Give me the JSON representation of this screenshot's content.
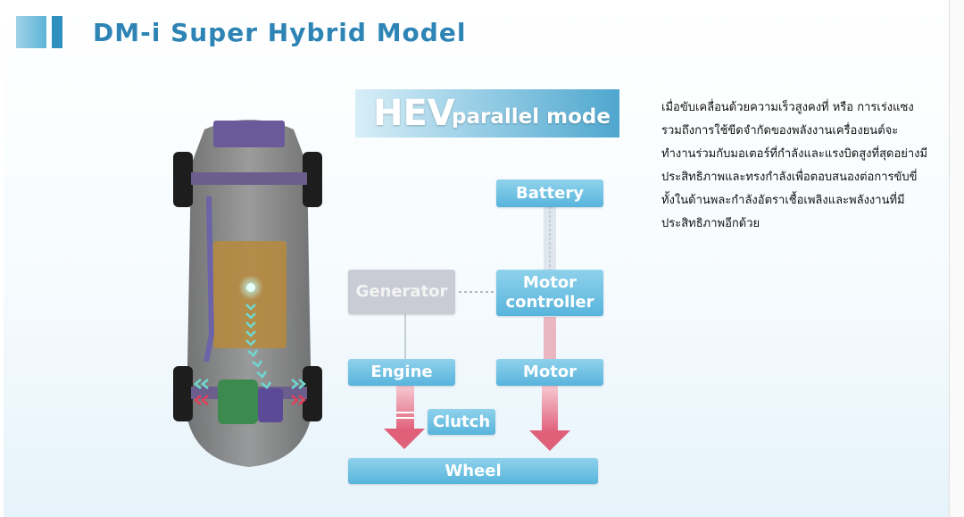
{
  "page": {
    "title": "DM-i Super Hybrid Model"
  },
  "banner": {
    "mode_big": "HEV",
    "mode_small": "parallel mode"
  },
  "description": "เมื่อขับเคลื่อนด้วยความเร็วสูงคงที่ หรือ การเร่งแซง รวมถึงการใช้ขีดจำกัดของพลังงานเครื่องยนต์จะทำงานร่วมกับมอเตอร์ที่กำลังและแรงบิดสูงที่สุดอย่างมีประสิทธิภาพและทรงกำลังเพื่อตอบสนองต่อการขับขี่ทั้งในด้านพละกำลังอัตราเชื้อเพลิงและพลังงานที่มีประสิทธิภาพอีกด้วย",
  "nodes": {
    "battery": "Battery",
    "generator": "Generator",
    "motor_controller": "Motor controller",
    "engine": "Engine",
    "motor": "Motor",
    "clutch": "Clutch",
    "wheel": "Wheel"
  },
  "node_states": {
    "generator": "inactive"
  },
  "colors": {
    "title": "#2d84b5",
    "node_active": "#5bb6dd",
    "node_inactive": "#c9ccd4",
    "power_flow_arrow": "#e0607a",
    "car_flow_arrows": "#6fd8d0"
  }
}
